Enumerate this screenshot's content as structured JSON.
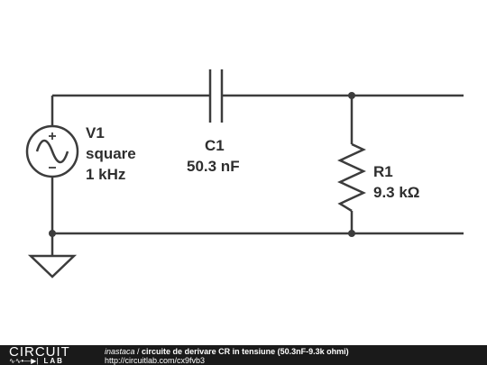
{
  "circuit": {
    "v1": {
      "name": "V1",
      "type": "square",
      "freq": "1 kHz"
    },
    "c1": {
      "name": "C1",
      "value": "50.3 nF"
    },
    "r1": {
      "name": "R1",
      "value": "9.3 kΩ"
    }
  },
  "footer": {
    "logo_top": "CIRCUIT",
    "logo_symbol": "∿∿•—▶|",
    "logo_bottom": "LAB",
    "author": "inastaca",
    "separator": " / ",
    "title": "circuite de derivare CR in tensiune (50.3nF-9.3k ohmi)",
    "url": "http://circuitlab.com/cx9fvb3"
  },
  "colors": {
    "wire": "#3c3c3c",
    "label": "#2e2e2e",
    "footer_bg": "#1a1a1a",
    "footer_text": "#ffffff"
  }
}
